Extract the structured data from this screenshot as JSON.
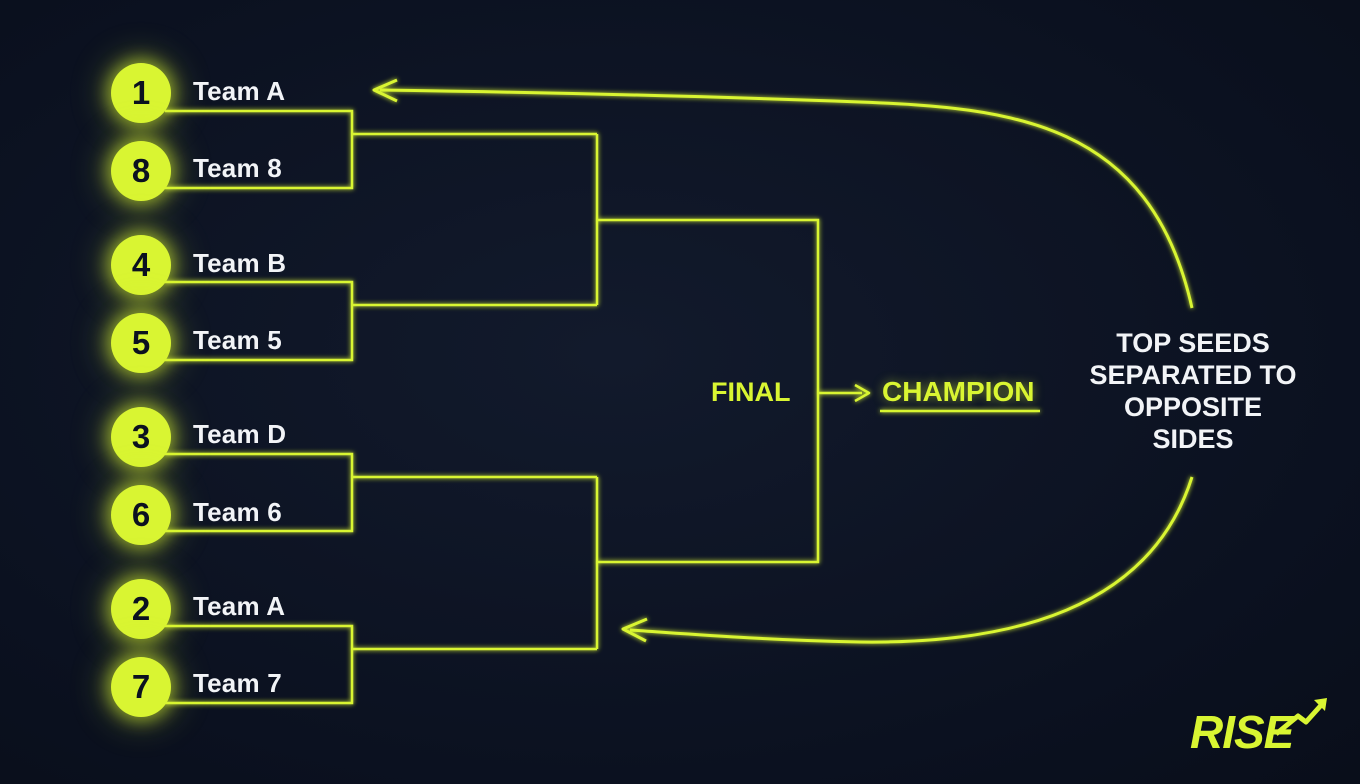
{
  "teams": [
    {
      "seed": "1",
      "name": "Team A"
    },
    {
      "seed": "8",
      "name": "Team 8"
    },
    {
      "seed": "4",
      "name": "Team B"
    },
    {
      "seed": "5",
      "name": "Team 5"
    },
    {
      "seed": "3",
      "name": "Team D"
    },
    {
      "seed": "6",
      "name": "Team 6"
    },
    {
      "seed": "2",
      "name": "Team A"
    },
    {
      "seed": "7",
      "name": "Team 7"
    }
  ],
  "labels": {
    "final": "FINAL",
    "champion": "CHAMPION"
  },
  "annotation": {
    "lines": [
      "TOP SEEDS",
      "SEPARATED TO",
      "OPPOSITE",
      "SIDES"
    ]
  },
  "logo": {
    "text": "RISE"
  },
  "colors": {
    "accent": "#d9f532",
    "background": "#0b1120",
    "text": "#f2f4f7"
  }
}
